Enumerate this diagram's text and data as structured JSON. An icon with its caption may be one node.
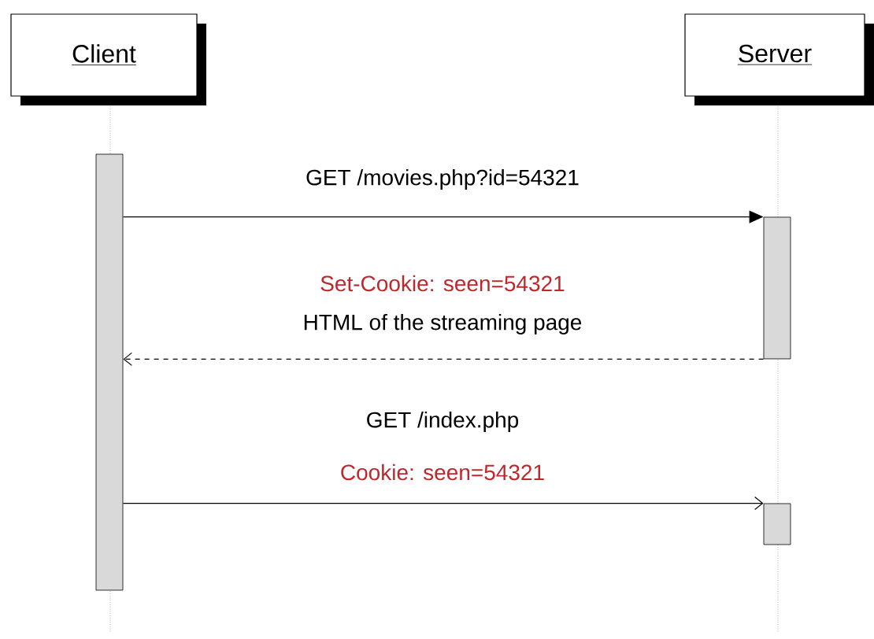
{
  "diagram": {
    "nodes": [
      {
        "text": [
          "Client"
        ]
      },
      {
        "text": [
          "Server"
        ]
      },
      {
        "text": [],
        "shape": "bar"
      },
      {
        "text": [],
        "shape": "bar"
      },
      {
        "text": [],
        "shape": "bar"
      }
    ],
    "edges": [
      {
        "from": 2,
        "to": 3,
        "arrow": "to",
        "label": "GET /movies.php?id=54321"
      },
      {
        "from": 3,
        "to": 2,
        "arrow": "to",
        "style": "dashed",
        "label": "HTML of the streaming page"
      },
      {
        "from": 2,
        "to": 4,
        "arrow": "to",
        "label": "GET /index.php"
      }
    ],
    "labels": [
      "Set-Cookie: seen=54321",
      "Cookie: seen=54321"
    ]
  }
}
